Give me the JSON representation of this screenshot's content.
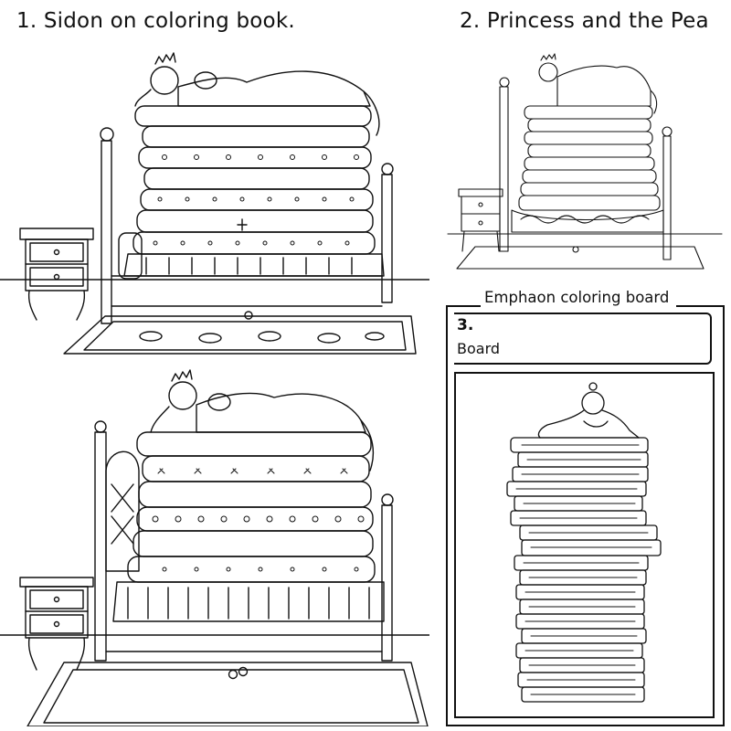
{
  "panels": {
    "panel1": {
      "heading": "1. Sidon on coloring book."
    },
    "panel2": {
      "heading": "2. Princess and the Pea"
    },
    "panel3": {
      "frame_title": "Emphaon coloring board",
      "number": "3.",
      "label": "Board"
    }
  },
  "illustrations": {
    "panel1": "princess-on-mattress-stack-illustration",
    "panel2": "princess-on-mattress-stack-small-illustration",
    "panel3": "princess-on-mattress-stack-bottom-illustration",
    "panel4": "princess-on-book-stack-illustration"
  },
  "colors": {
    "ink": "#111111",
    "paper": "#ffffff"
  }
}
